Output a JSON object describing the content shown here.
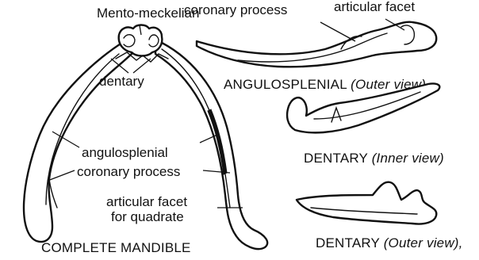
{
  "labels": {
    "mento_meckelian": "Mento-meckelian",
    "dentary": "dentary",
    "angulosplenial": "angulosplenial",
    "coronary_process_left": "coronary process",
    "articular_facet_line1": "articular facet",
    "articular_facet_line2": "for quadrate",
    "coronary_process_top": "coronary process",
    "articular_facet_top": "articular facet"
  },
  "captions": {
    "complete": "COMPLETE MANDIBLE",
    "angulosplenial_main": "ANGULOSPLENIAL ",
    "angulosplenial_view": "(Outer view)",
    "dentary_inner_main": "DENTARY ",
    "dentary_inner_view": "(Inner view)",
    "dentary_outer_main": "DENTARY ",
    "dentary_outer_view": "(Outer view),"
  }
}
